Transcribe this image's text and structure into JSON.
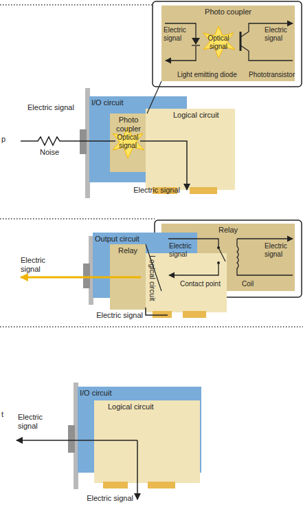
{
  "diagram": {
    "nodes": [
      {
        "text": [
          "Photo coupler"
        ]
      },
      {
        "text": [
          "I/O circuit"
        ]
      },
      {
        "text": [
          "Photo coupler"
        ],
        "in": 1
      },
      {
        "text": [
          "Logical circuit"
        ],
        "in": 1
      },
      {
        "text": [
          "Relay"
        ]
      },
      {
        "text": [
          "Output circuit"
        ]
      },
      {
        "text": [
          "Relay"
        ],
        "in": 5
      },
      {
        "text": [
          "Logical circuit"
        ],
        "in": 5
      },
      {
        "text": [
          "I/O circuit"
        ]
      },
      {
        "text": [
          "Logical circuit"
        ],
        "in": 8
      }
    ],
    "edges": [
      {
        "from": 2,
        "to": 0,
        "arrow": "none"
      },
      {
        "from": 6,
        "to": 4,
        "arrow": "none"
      }
    ],
    "labels": [
      "Electric signal",
      "Optical signal",
      "Electric signal",
      "Light emitting diode",
      "Phototransistor",
      "p",
      "Electric signal",
      "Noise",
      "Optical signal",
      "Electric signal",
      "Electric signal",
      "Electric signal",
      "Contact point",
      "Coil",
      "Electric signal",
      "Electric signal",
      "t",
      "Electric signal",
      "Electric signal"
    ]
  }
}
